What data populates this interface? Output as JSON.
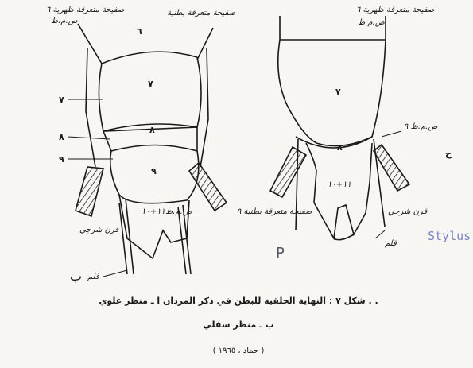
{
  "left_view": {
    "mark": "ب",
    "labels": {
      "top_left": "صفيحة متعرقة ظهرية ٦",
      "top_left_code": "ص.م.ظ",
      "top_right": "صفيحة متعرقة بطنية",
      "six": "٦",
      "seven": "٧",
      "eight": "٨",
      "nine": "٩",
      "side_7": "٧",
      "side_8": "٨",
      "side_9": "٩",
      "segment_code": "ص.م.ظ",
      "segment_numbers": "١١+١٠",
      "cercus": "قرن شرجي",
      "stylus": "قلم"
    }
  },
  "right_view": {
    "mark": "P",
    "labels": {
      "top_label": "صفيحة متعرقة ظهرية ٦",
      "top_code": "ص.م.ظ",
      "seven": "٧",
      "eight": "٨",
      "segment_numbers": "١١+١٠",
      "right_code": "ص.م.ظ ٩",
      "ventral": "صفيحة متعرقة بطنية ٩",
      "cercus": "قرن شرجي",
      "stylus": "قلم",
      "side_mark": "ح"
    }
  },
  "handwritten_note": "Stylus",
  "caption": {
    "line1": "شكل ٧ : النهاية الحلقية للبطن في ذكر المردان    ا ـ منظر علوي . .",
    "line2": "ب ـ منظر سفلي",
    "credit": "( حماد ، ١٩٦٥ )"
  }
}
